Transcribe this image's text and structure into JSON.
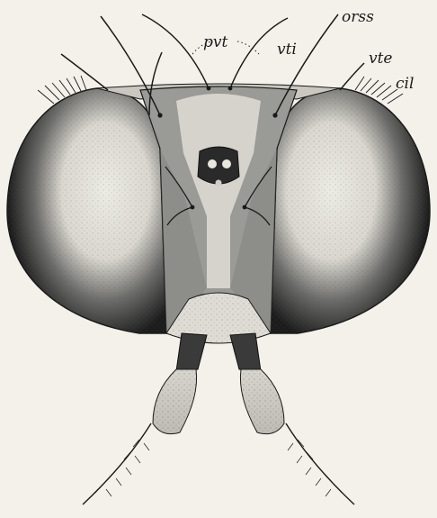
{
  "figure": {
    "labels": {
      "pvt": "pvt",
      "vti": "vti",
      "orss": "orss",
      "vte": "vte",
      "cil": "cil"
    },
    "colors": {
      "paper": "#f3f1ea",
      "ink": "#1a1a1a",
      "eye_dark": "#1e1e1e",
      "eye_light": "#e9e7df",
      "frons": "#8e8e8e",
      "vertex_light": "#d8d6cf"
    }
  }
}
